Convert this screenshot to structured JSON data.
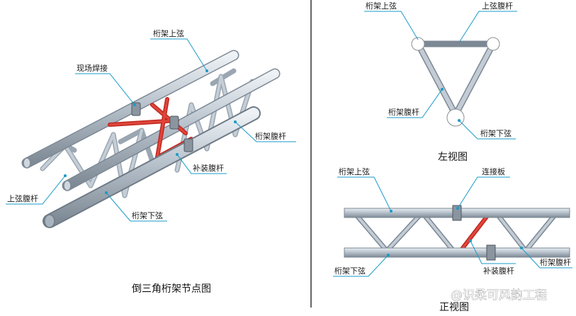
{
  "labels": {
    "iso_top_chord": "桁架上弦",
    "iso_weld": "现场焊接",
    "iso_web_member": "桁架腹杆",
    "iso_add_web": "补装腹杆",
    "iso_upper_web": "上弦腹杆",
    "iso_bottom_chord": "桁架下弦",
    "side_top_chord": "桁架上弦",
    "side_upper_web": "上弦腹杆",
    "side_web_member": "桁架腹杆",
    "side_bottom_chord": "桁架下弦",
    "front_top_chord": "桁架上弦",
    "front_plate": "连接板",
    "front_bottom_chord": "桁架下弦",
    "front_add_web": "补装腹杆",
    "front_web_member": "桁架腹杆"
  },
  "captions": {
    "iso": "倒三角桁架节点图",
    "side": "左视图",
    "front": "正视图"
  },
  "watermark": "@识柔可风韵工程",
  "colors": {
    "tube": "#b9c2cc",
    "tube_edge": "#7c8894",
    "red_member": "#d6322c",
    "leader": "#1a9ac8",
    "divider": "#666666"
  }
}
